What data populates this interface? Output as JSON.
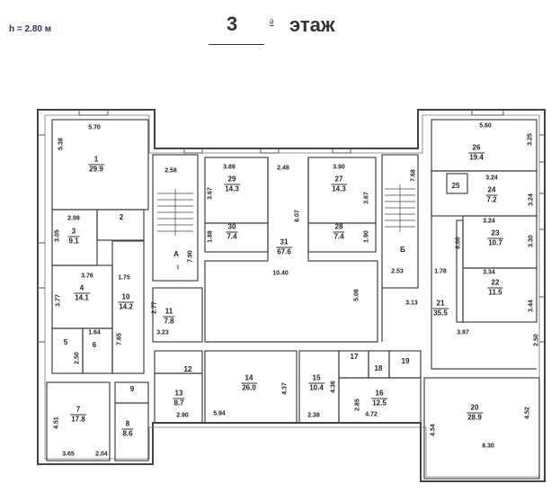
{
  "header": {
    "height": "h = 2.80 м",
    "floor_number": "3",
    "floor_suffix": "й",
    "floor_word": "этаж"
  },
  "rooms": [
    {
      "num": "1",
      "area": "29.9"
    },
    {
      "num": "2",
      "area": null
    },
    {
      "num": "3",
      "area": "9.1"
    },
    {
      "num": "4",
      "area": "14.1"
    },
    {
      "num": "5",
      "area": null
    },
    {
      "num": "6",
      "area": null
    },
    {
      "num": "7",
      "area": "17.8"
    },
    {
      "num": "8",
      "area": "8.6"
    },
    {
      "num": "9",
      "area": null
    },
    {
      "num": "10",
      "area": "14.2"
    },
    {
      "num": "11",
      "area": "7.8"
    },
    {
      "num": "12",
      "area": null
    },
    {
      "num": "13",
      "area": "8.7"
    },
    {
      "num": "14",
      "area": "26.0"
    },
    {
      "num": "15",
      "area": "10.4"
    },
    {
      "num": "16",
      "area": "12.5"
    },
    {
      "num": "17",
      "area": null
    },
    {
      "num": "18",
      "area": null
    },
    {
      "num": "19",
      "area": null
    },
    {
      "num": "20",
      "area": "28.9"
    },
    {
      "num": "21",
      "area": "35.5"
    },
    {
      "num": "22",
      "area": "11.5"
    },
    {
      "num": "23",
      "area": "10.7"
    },
    {
      "num": "24",
      "area": "7.2"
    },
    {
      "num": "25",
      "area": null
    },
    {
      "num": "26",
      "area": "19.4"
    },
    {
      "num": "27",
      "area": "14.3"
    },
    {
      "num": "28",
      "area": "7.4"
    },
    {
      "num": "29",
      "area": "14.3"
    },
    {
      "num": "30",
      "area": "7.4"
    },
    {
      "num": "31",
      "area": "67.6"
    },
    {
      "num": "А",
      "area": null
    },
    {
      "num": "Б",
      "area": null
    }
  ],
  "stair_mark": "I",
  "dimensions": [
    "5.70",
    "5.38",
    "2.58",
    "3.89",
    "3.67",
    "2.48",
    "3.90",
    "3.67",
    "6.07",
    "1.88",
    "1.90",
    "7.68",
    "5.60",
    "3.25",
    "3.24",
    "3.24",
    "3.24",
    "3.30",
    "8.00",
    "3.34",
    "3.44",
    "1.78",
    "2.53",
    "3.13",
    "3.97",
    "2.50",
    "10.40",
    "5.08",
    "2.99",
    "3.05",
    "3.76",
    "3.77",
    "1.75",
    "7.90",
    "2.77",
    "3.23",
    "7.65",
    "1.64",
    "2.50",
    "4.51",
    "3.65",
    "2.04",
    "2.90",
    "5.94",
    "4.37",
    "4.36",
    "2.38",
    "2.85",
    "4.72",
    "4.54",
    "4.52",
    "8.30"
  ]
}
